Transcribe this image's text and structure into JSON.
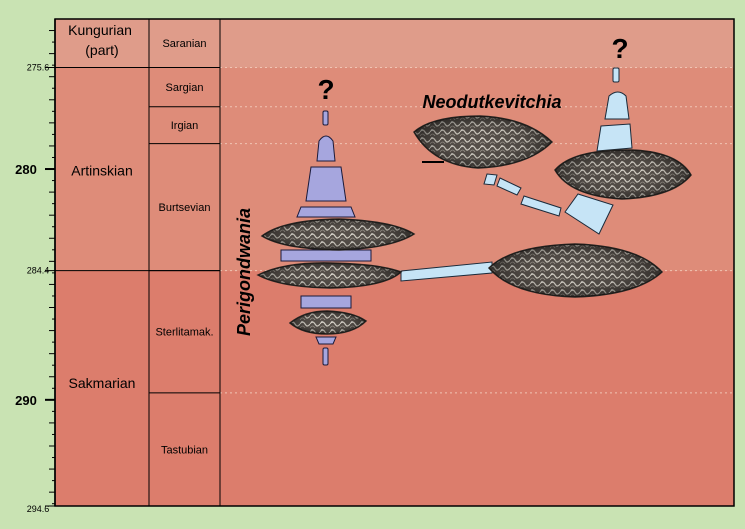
{
  "chart_data": {
    "type": "diagram",
    "title": "",
    "axis": {
      "range": [
        273.5,
        294.6
      ],
      "major_ticks": [
        280,
        290
      ],
      "minor_step": 0.5,
      "boundaries": [
        275.6,
        284.4,
        294.6
      ]
    },
    "boundary_labels": [
      "275.6",
      "284.4",
      "294.6"
    ],
    "major_tick_labels": [
      "280",
      "290"
    ],
    "stages": [
      {
        "name_lines": [
          "Kungurian",
          "(part)"
        ],
        "top": 273.5,
        "base": 275.6,
        "color": "#df9c8a"
      },
      {
        "name_lines": [
          "Artinskian"
        ],
        "top": 275.6,
        "base": 284.4,
        "color": "#de8c79"
      },
      {
        "name_lines": [
          "Sakmarian"
        ],
        "top": 284.4,
        "base": 294.6,
        "color": "#dc7d6c"
      }
    ],
    "substages": [
      {
        "name": "Saranian",
        "top": 273.5,
        "base": 275.6
      },
      {
        "name": "Sargian",
        "top": 275.6,
        "base": 277.3
      },
      {
        "name": "Irgian",
        "top": 277.3,
        "base": 278.9
      },
      {
        "name": "Burtsevian",
        "top": 278.9,
        "base": 284.4
      },
      {
        "name": "Sterlitamak.",
        "top": 284.4,
        "base": 289.7
      },
      {
        "name": "Tastubian",
        "top": 289.7,
        "base": 294.6
      }
    ],
    "genera": [
      {
        "name": "Perigondwania",
        "range_top": 276.1,
        "range_base": 288.8,
        "color": "#a6a6de",
        "question_mark": "?"
      },
      {
        "name": "Neodutkevitchia",
        "range_top": 275.4,
        "range_base": 282.4,
        "color": "#c6e4f6",
        "question_mark": "?"
      }
    ]
  },
  "colors": {
    "frame": "#c9e3b3",
    "guide_dots": "#f0c4b4",
    "photo_dark": "#2a2623",
    "photo_light": "#e9e4da"
  }
}
